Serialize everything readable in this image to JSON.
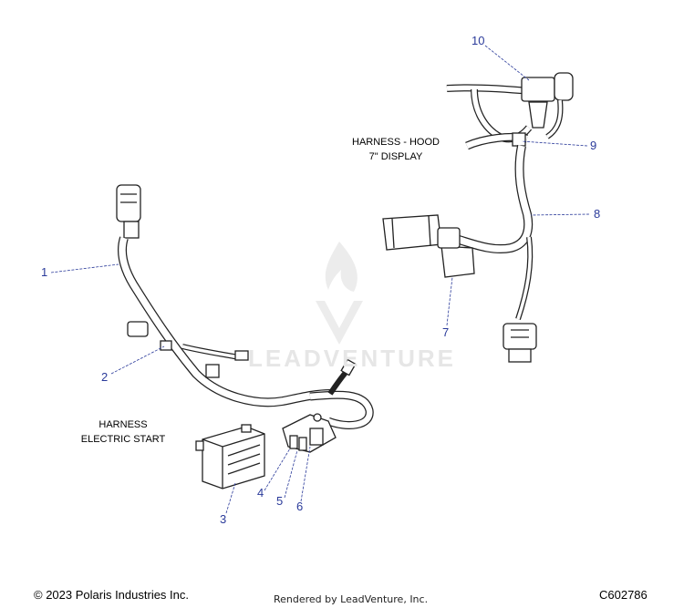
{
  "callouts": [
    "1",
    "2",
    "3",
    "4",
    "5",
    "6",
    "7",
    "8",
    "9",
    "10"
  ],
  "captions": {
    "hood_line1": "HARNESS - HOOD",
    "hood_line2": "7\" DISPLAY",
    "start_line1": "HARNESS",
    "start_line2": "ELECTRIC START"
  },
  "watermark": "LEADVENTURE",
  "footer": {
    "copyright": "© 2023 Polaris Industries Inc.",
    "rendered_by": "Rendered by LeadVenture, Inc.",
    "code": "C602786"
  },
  "colors": {
    "callout": "#2a3a9a",
    "line": "#222222",
    "watermark": "#e6e6e6"
  }
}
